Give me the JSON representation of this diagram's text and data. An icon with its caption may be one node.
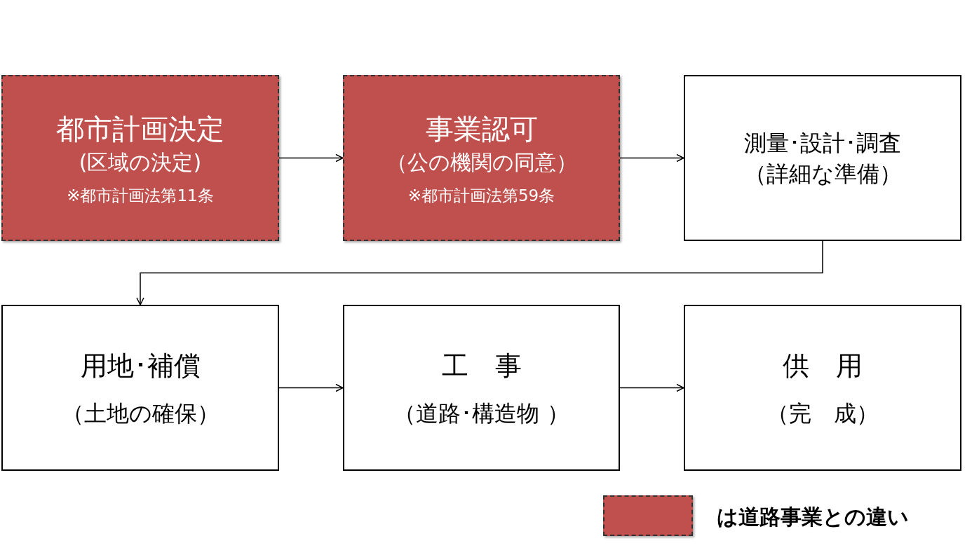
{
  "diagram": {
    "nodes": [
      {
        "text": [
          "都市計画決定",
          "(区域の決定)",
          "※都市計画法第11条"
        ]
      },
      {
        "text": [
          "事業認可",
          "（公の機関の同意）",
          "※都市計画法第59条"
        ]
      },
      {
        "text": [
          "測量･設計･調査",
          "（詳細な準備）"
        ]
      },
      {
        "text": [
          "用地･補償",
          "（土地の確保）"
        ]
      },
      {
        "text": [
          "工　事",
          "（道路･構造物 ）"
        ]
      },
      {
        "text": [
          "供　用",
          "（完　成）"
        ]
      }
    ],
    "edges": [
      {
        "from": 0,
        "to": 1,
        "arrow": "to"
      },
      {
        "from": 1,
        "to": 2,
        "arrow": "to"
      },
      {
        "from": 2,
        "to": 3,
        "arrow": "to"
      },
      {
        "from": 3,
        "to": 4,
        "arrow": "to"
      },
      {
        "from": 4,
        "to": 5,
        "arrow": "to"
      }
    ],
    "legend": [
      {
        "text": "は道路事業との違い",
        "color": "#c0504d"
      }
    ]
  }
}
